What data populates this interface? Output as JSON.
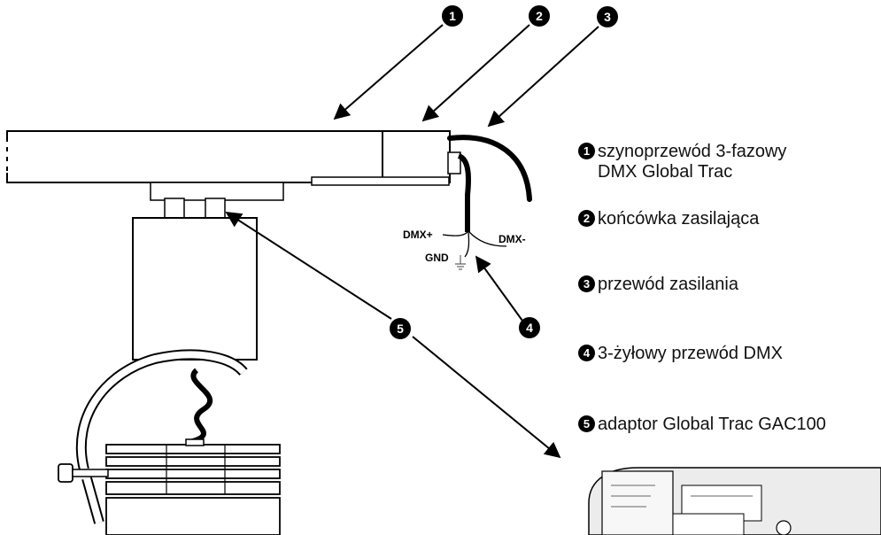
{
  "legend": {
    "items": [
      {
        "num": "1",
        "line1": "szynoprzewód 3-fazowy",
        "line2": "DMX Global Trac"
      },
      {
        "num": "2",
        "line1": "końcówka zasilająca"
      },
      {
        "num": "3",
        "line1": "przewód zasilania"
      },
      {
        "num": "4",
        "line1": "3-żyłowy przewód DMX"
      },
      {
        "num": "5",
        "line1": "adaptor Global Trac GAC100"
      }
    ]
  },
  "callouts": [
    "1",
    "2",
    "3",
    "4",
    "5"
  ],
  "wires": {
    "dmx_plus": "DMX+",
    "dmx_minus": "DMX-",
    "gnd": "GND"
  }
}
